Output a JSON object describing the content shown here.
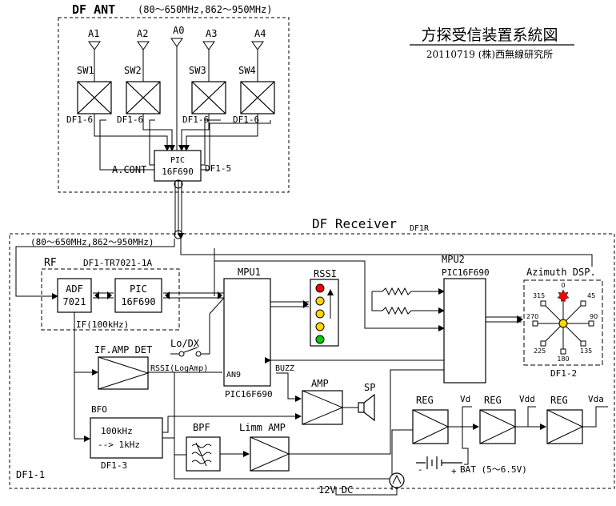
{
  "title": "方探受信装置系統図",
  "subtitle": "20110719 (株)西無線研究所",
  "ant_section": {
    "title": "DF ANT",
    "freq": "(80～650MHz,862～950MHz)",
    "antennas": [
      "A1",
      "A2",
      "A0",
      "A3",
      "A4"
    ],
    "switches": [
      "SW1",
      "SW2",
      "SW3",
      "SW4"
    ],
    "switch_labels": [
      "DF1-6",
      "DF1-6",
      "DF1-6",
      "DF1-6"
    ],
    "acont_label": "A.CONT",
    "pic_line1": "PIC",
    "pic_line2": "16F690",
    "pic_board": "DF1-5"
  },
  "receiver": {
    "title": "DF Receiver",
    "board": "DF1R",
    "freq": "(80～650MHz,862～950MHz)",
    "board_label": "DF1-1",
    "rf": {
      "label": "RF",
      "board": "DF1-TR7021-1A",
      "adf_line1": "ADF",
      "adf_line2": "7021",
      "pic_line1": "PIC",
      "pic_line2": "16F690",
      "if_label": "IF(100kHz)"
    },
    "lodx": "Lo/DX",
    "if_amp": "IF.AMP DET",
    "rssi_log": "RSSI(LogAmp)",
    "bfo": {
      "label": "BFO",
      "line1": "100kHz",
      "line2": "--> 1kHz",
      "board": "DF1-3"
    },
    "bpf": "BPF",
    "limm": "Limm AMP",
    "mpu1": {
      "label": "MPU1",
      "pin_an9": "AN9",
      "pin_buzz": "BUZZ",
      "chip": "PIC16F690"
    },
    "rssi": "RSSI",
    "amp": "AMP",
    "sp": "SP",
    "mpu2": {
      "label": "MPU2",
      "chip": "PIC16F690"
    },
    "azimuth": {
      "title": "Azimuth DSP.",
      "board": "DF1-2",
      "angles": [
        "0",
        "45",
        "90",
        "135",
        "180",
        "225",
        "270",
        "315"
      ]
    },
    "reg_labels": [
      "REG",
      "REG",
      "REG"
    ],
    "vd": "Vd",
    "vdd": "Vdd",
    "vda": "Vda",
    "bat": "BAT (5～6.5V)",
    "dc": "12V DC"
  },
  "colors": {
    "rssi_leds": [
      "#ff0000",
      "#ffd700",
      "#ffd700",
      "#ffd700",
      "#00cc00"
    ],
    "az_center": "#ffd700",
    "az_north": "#ff0000"
  }
}
